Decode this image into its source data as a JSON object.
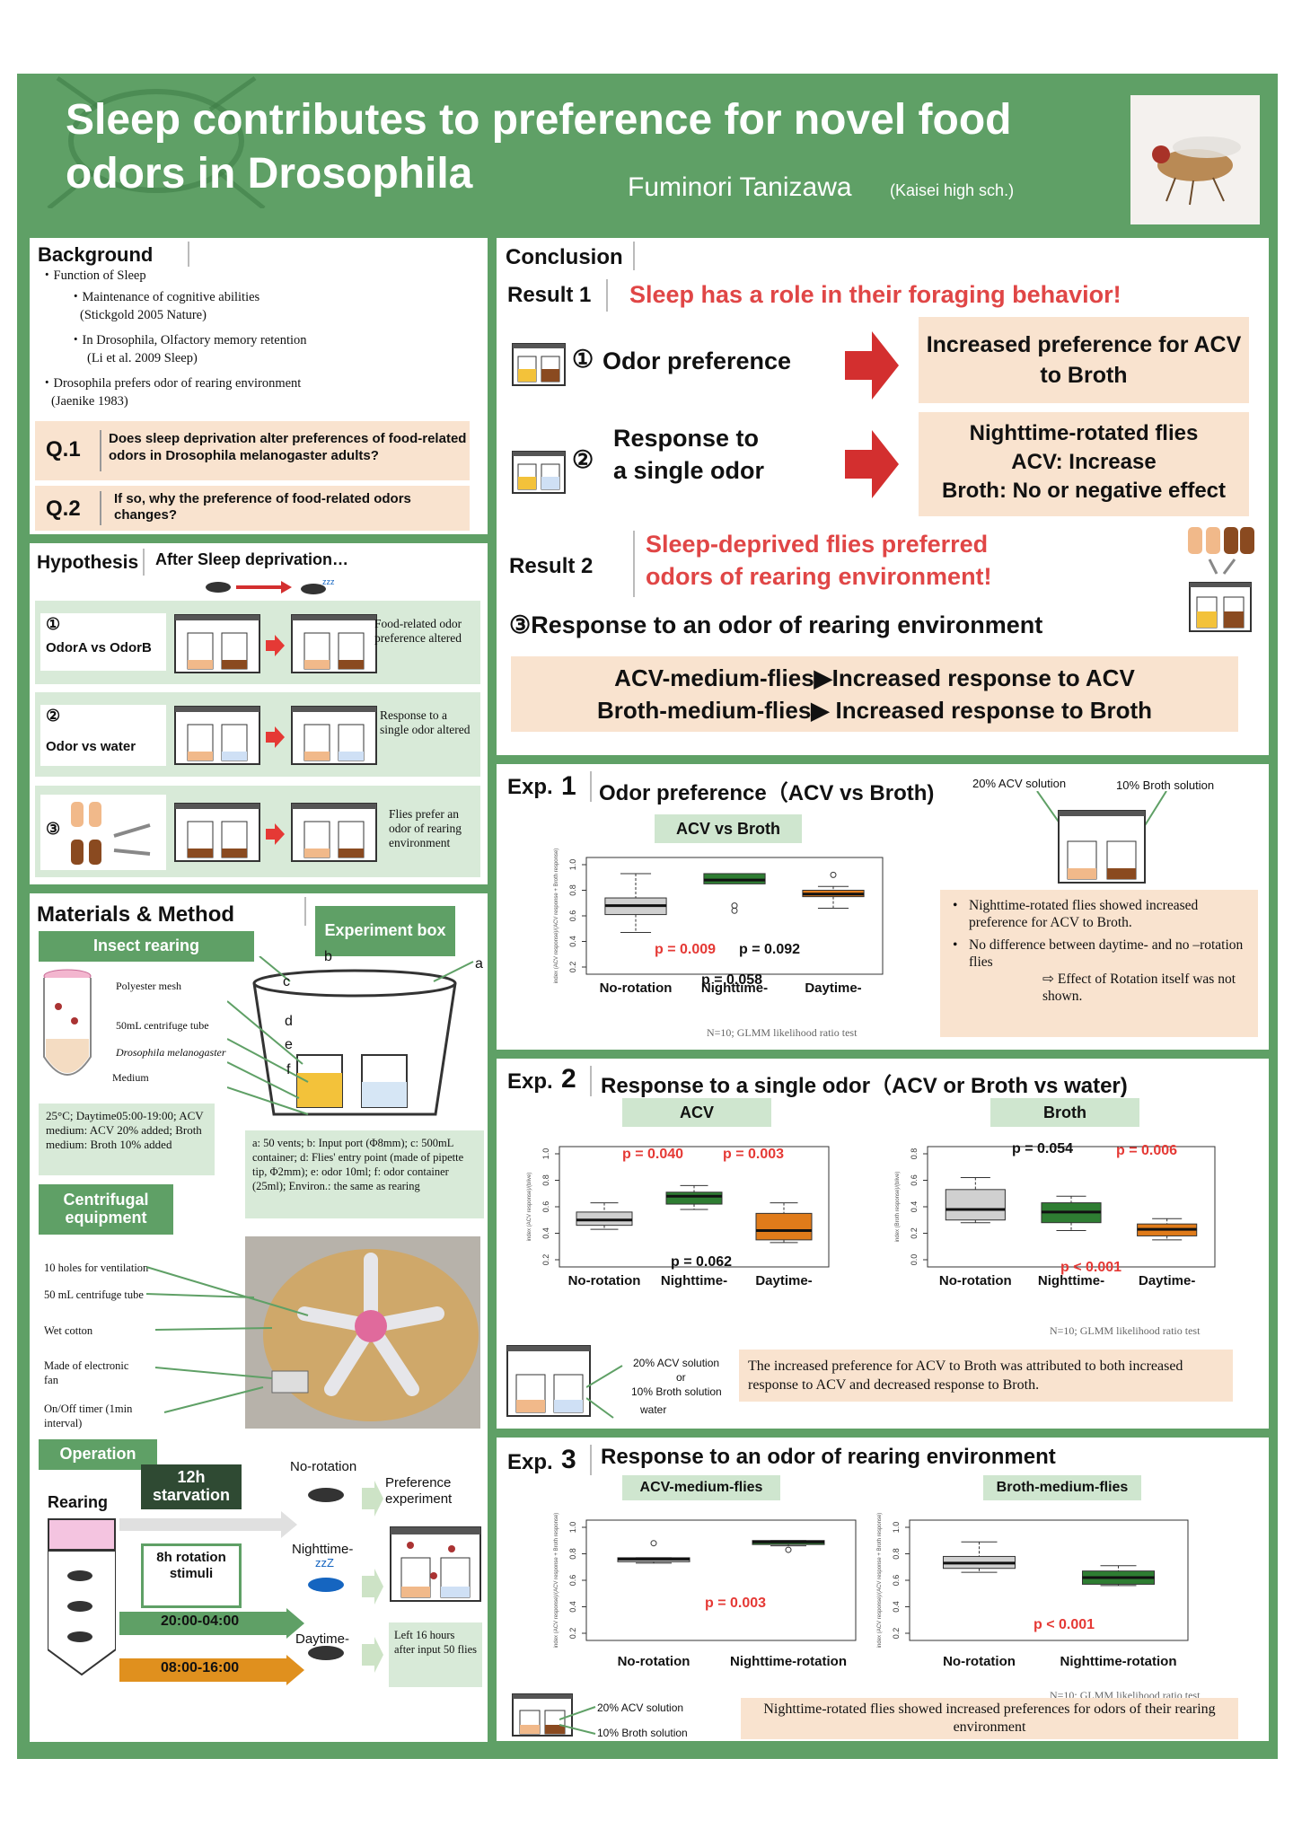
{
  "header": {
    "title_line1": "Sleep contributes to preference for novel food",
    "title_line2": "odors in Drosophila",
    "author": "Fuminori Tanizawa",
    "affiliation": "(Kaisei high sch.)"
  },
  "background": {
    "title": "Background",
    "lines": [
      "・Function of Sleep",
      "・Maintenance of cognitive abilities",
      "(Stickgold 2005 Nature)",
      "・In Drosophila, Olfactory memory retention",
      "(Li et al. 2009 Sleep)",
      "・Drosophila prefers odor of rearing environment",
      "(Jaenike 1983)"
    ],
    "q1_label": "Q.1",
    "q1_text": "Does sleep deprivation alter preferences of food-related odors in Drosophila melanogaster adults?",
    "q2_label": "Q.2",
    "q2_text": "If so, why the preference of food-related odors changes?"
  },
  "hypothesis": {
    "title": "Hypothesis",
    "subtitle": "After Sleep deprivation…",
    "h1_num": "①",
    "h1_label": "OdorA vs OdorB",
    "h1_result": "Food-related odor preference altered",
    "h2_num": "②",
    "h2_label": "Odor vs water",
    "h2_result": "Response to a single odor altered",
    "h3_num": "③",
    "h3_result": "Flies prefer an odor of rearing environment"
  },
  "materials": {
    "title": "Materials & Method",
    "insect_tab": "Insect rearing",
    "exp_box_tab": "Experiment box",
    "tube_labels": [
      "Polyester mesh",
      "50mL centrifuge tube",
      "Drosophila melanogaster",
      "Medium"
    ],
    "box_letters": [
      "a",
      "b",
      "c",
      "d",
      "e",
      "f"
    ],
    "rearing_note": "25°C; Daytime05:00-19:00; ACV medium: ACV 20% added; Broth medium: Broth 10% added",
    "box_note": "a: 50 vents; b: Input port (Φ8mm); c: 500mL container; d: Flies' entry point (made of pipette tip, Φ2mm); e: odor 10ml; f: odor container (25ml); Environ.: the same as rearing",
    "centrifugal_tab": "Centrifugal equipment",
    "photo_labels": [
      "10 holes for ventilation",
      "50 mL centrifuge tube",
      "Wet cotton",
      "Made of electronic fan",
      "On/Off timer (1min interval)"
    ],
    "operation_tab": "Operation",
    "rearing": "Rearing",
    "starvation": "12h starvation",
    "rotation": "8h rotation stimuli",
    "time_night": "20:00-04:00",
    "time_day": "08:00-16:00",
    "cond_no": "No-rotation",
    "cond_night": "Nighttime-",
    "cond_day": "Daytime-",
    "pref_exp": "Preference experiment",
    "left_note": "Left 16 hours after input 50 flies"
  },
  "conclusion": {
    "title": "Conclusion",
    "result1_label": "Result 1",
    "result1_text": "Sleep has a role in their foraging behavior!",
    "c1_num": "①",
    "c1_text": "Odor preference",
    "c1_box": "Increased preference for ACV to Broth",
    "c2_num": "②",
    "c2_text1": "Response to",
    "c2_text2": "a single odor",
    "c2_box1": "Nighttime-rotated flies",
    "c2_box2": "ACV: Increase",
    "c2_box3": "Broth: No or negative effect",
    "result2_label": "Result 2",
    "result2_text1": "Sleep-deprived flies preferred",
    "result2_text2": "odors of rearing environment!",
    "c3_text": "③Response to an odor of rearing environment",
    "c3_box1": "ACV-medium-flies▶Increased response to ACV",
    "c3_box2": "Broth-medium-flies▶ Increased response to Broth"
  },
  "exp1": {
    "label": "Exp.",
    "num": "1",
    "title": "Odor preference（ACV vs Broth)",
    "sol1": "20% ACV solution",
    "sol2": "10% Broth solution",
    "chart_title": "ACV vs Broth",
    "notes": [
      "Nighttime-rotated flies showed increased preference for ACV to Broth.",
      "No difference between daytime- and no –rotation flies"
    ],
    "note_tail": "⇨ Effect of Rotation itself was not shown.",
    "stats": "N=10; GLMM likelihood ratio test",
    "p1": "p = 0.009",
    "p2": "p = 0.092",
    "p3": "p = 0.058"
  },
  "exp2": {
    "label": "Exp.",
    "num": "2",
    "title": "Response to a single odor（ACV or Broth vs water)",
    "acv_title": "ACV",
    "broth_title": "Broth",
    "acv_p1": "p = 0.040",
    "acv_p2": "p = 0.003",
    "acv_p3": "p = 0.062",
    "br_p1": "p = 0.054",
    "br_p2": "p = 0.006",
    "br_p3": "p < 0.001",
    "stats": "N=10; GLMM likelihood ratio test",
    "sol_lines": [
      "20% ACV solution",
      "or",
      "10% Broth solution",
      "water"
    ],
    "note": "The increased preference for ACV to Broth was attributed to both increased response to ACV and decreased response to Broth."
  },
  "exp3": {
    "label": "Exp.",
    "num": "3",
    "title": "Response to an odor of rearing environment",
    "acv_title": "ACV-medium-flies",
    "broth_title": "Broth-medium-flies",
    "p_acv": "p = 0.003",
    "p_broth": "p < 0.001",
    "stats": "N=10; GLMM likelihood ratio test",
    "sol1": "20% ACV solution",
    "sol2": "10% Broth solution",
    "note": "Nighttime-rotated flies showed increased preferences for odors of their rearing environment"
  },
  "chart_data": [
    {
      "type": "box",
      "title": "ACV vs Broth",
      "categories": [
        "No-rotation",
        "Nighttime-",
        "Daytime-"
      ],
      "ylim": [
        0.2,
        1.0
      ],
      "yticks": [
        "0.2",
        "0.4",
        "0.6",
        "0.8",
        "1.0"
      ],
      "ylabel": "index (ACV response)/(ACV response + Broth response)",
      "colors": [
        "#d0d0d0",
        "#2e7d32",
        "#e07b1a"
      ],
      "boxes": [
        {
          "min": 0.47,
          "q1": 0.61,
          "median": 0.68,
          "q3": 0.74,
          "max": 0.93
        },
        {
          "min": 0.89,
          "q1": 0.85,
          "median": 0.88,
          "q3": 0.93,
          "max": 0.93,
          "outliers": [
            0.64,
            0.68
          ]
        },
        {
          "min": 0.66,
          "q1": 0.75,
          "median": 0.77,
          "q3": 0.8,
          "max": 0.83,
          "outliers": [
            0.92
          ]
        }
      ]
    },
    {
      "type": "box",
      "title": "ACV",
      "categories": [
        "No-rotation",
        "Nighttime-",
        "Daytime-"
      ],
      "ylim": [
        0.2,
        1.0
      ],
      "yticks": [
        "0.2",
        "0.4",
        "0.6",
        "0.8",
        "1.0"
      ],
      "ylabel": "index (ACV response)/(blive)",
      "colors": [
        "#d0d0d0",
        "#2e7d32",
        "#e07b1a"
      ],
      "boxes": [
        {
          "min": 0.43,
          "q1": 0.46,
          "median": 0.5,
          "q3": 0.56,
          "max": 0.63
        },
        {
          "min": 0.58,
          "q1": 0.62,
          "median": 0.68,
          "q3": 0.71,
          "max": 0.76
        },
        {
          "min": 0.33,
          "q1": 0.35,
          "median": 0.42,
          "q3": 0.55,
          "max": 0.63
        }
      ]
    },
    {
      "type": "box",
      "title": "Broth",
      "categories": [
        "No-rotation",
        "Nighttime-",
        "Daytime-"
      ],
      "ylim": [
        0.0,
        0.8
      ],
      "yticks": [
        "0.0",
        "0.2",
        "0.4",
        "0.6",
        "0.8"
      ],
      "ylabel": "index (Broth response)/(blive)",
      "colors": [
        "#d0d0d0",
        "#2e7d32",
        "#e07b1a"
      ],
      "boxes": [
        {
          "min": 0.28,
          "q1": 0.3,
          "median": 0.38,
          "q3": 0.53,
          "max": 0.62
        },
        {
          "min": 0.22,
          "q1": 0.28,
          "median": 0.36,
          "q3": 0.43,
          "max": 0.48
        },
        {
          "min": 0.15,
          "q1": 0.18,
          "median": 0.23,
          "q3": 0.27,
          "max": 0.31
        }
      ]
    },
    {
      "type": "box",
      "title": "ACV-medium-flies",
      "categories": [
        "No-rotation",
        "Nighttime-rotation"
      ],
      "ylim": [
        0.2,
        1.0
      ],
      "yticks": [
        "0.2",
        "0.4",
        "0.6",
        "0.8",
        "1.0"
      ],
      "ylabel": "index (ACV response)/(ACV response + Broth response)",
      "colors": [
        "#d0d0d0",
        "#2e7d32"
      ],
      "boxes": [
        {
          "min": 0.73,
          "q1": 0.74,
          "median": 0.76,
          "q3": 0.77,
          "max": 0.77,
          "outliers": [
            0.88
          ]
        },
        {
          "min": 0.86,
          "q1": 0.87,
          "median": 0.89,
          "q3": 0.9,
          "max": 0.9,
          "outliers": [
            0.83
          ]
        }
      ]
    },
    {
      "type": "box",
      "title": "Broth-medium-flies",
      "categories": [
        "No-rotation",
        "Nighttime-rotation"
      ],
      "ylim": [
        0.2,
        1.0
      ],
      "yticks": [
        "0.2",
        "0.4",
        "0.6",
        "0.8",
        "1.0"
      ],
      "ylabel": "index (ACV response)/(ACV response + Broth response)",
      "colors": [
        "#d0d0d0",
        "#2e7d32"
      ],
      "boxes": [
        {
          "min": 0.66,
          "q1": 0.69,
          "median": 0.73,
          "q3": 0.78,
          "max": 0.89
        },
        {
          "min": 0.56,
          "q1": 0.57,
          "median": 0.62,
          "q3": 0.67,
          "max": 0.71
        }
      ]
    }
  ]
}
